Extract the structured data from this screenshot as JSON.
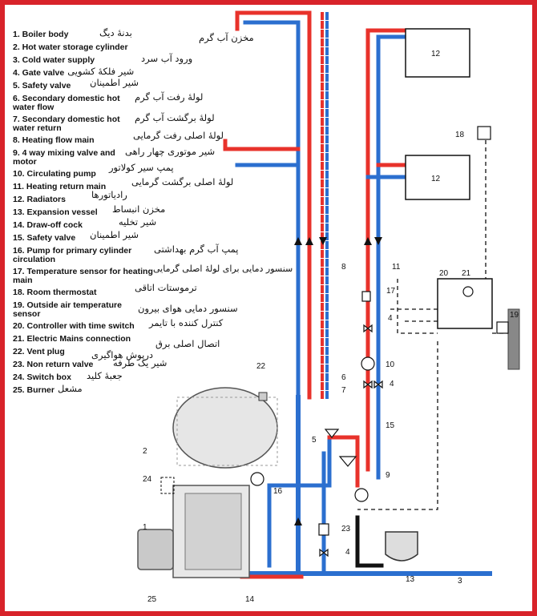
{
  "legend": [
    {
      "en": "1. Boiler body",
      "fa": "بدنهٔ دیگ"
    },
    {
      "en": "2. Hot water storage cylinder",
      "fa": "مخزن آب گرم"
    },
    {
      "en": "3. Cold water supply",
      "fa": "ورود آب سرد"
    },
    {
      "en": "4. Gate valve",
      "fa": "شیر فلکهٔ کشویی"
    },
    {
      "en": "5. Safety valve",
      "fa": "شیر اطمینان"
    },
    {
      "en": "6. Secondary domestic hot water flow",
      "fa": "لولهٔ رفت آب گرم"
    },
    {
      "en": "7. Secondary domestic hot water return",
      "fa": "لولهٔ برگشت آب گرم"
    },
    {
      "en": "8. Heating flow main",
      "fa": "لولهٔ اصلی رفت گرمایی"
    },
    {
      "en": "9. 4 way mixing valve and motor",
      "fa": "شیر موتوری چهار راهی"
    },
    {
      "en": "10. Circulating pump",
      "fa": "پمپ سیر کولاتور"
    },
    {
      "en": "11. Heating return main",
      "fa": "لولهٔ اصلی برگشت گرمایی"
    },
    {
      "en": "12. Radiators",
      "fa": "رادیاتورها"
    },
    {
      "en": "13. Expansion vessel",
      "fa": "مخزن انبساط"
    },
    {
      "en": "14. Draw-off cock",
      "fa": "شیر تخلیه"
    },
    {
      "en": "15. Safety valve",
      "fa": "شیر اطمینان"
    },
    {
      "en": "16. Pump for primary cylinder circulation",
      "fa": "پمپ آب گرم بهداشتی"
    },
    {
      "en": "17. Temperature sensor for heating main",
      "fa": "سنسور دمایی برای لولهٔ اصلی گرمایی"
    },
    {
      "en": "18. Room thermostat",
      "fa": "ترموستات اتاقی"
    },
    {
      "en": "19. Outside air temperature sensor",
      "fa": "سنسور دمایی هوای بیرون"
    },
    {
      "en": "20. Controller with time switch",
      "fa": "کنترل کننده با تایمر"
    },
    {
      "en": "21. Electric Mains connection",
      "fa": "اتصال اصلی برق"
    },
    {
      "en": "22. Vent plug",
      "fa": "درپوش هواگیری"
    },
    {
      "en": "23. Non return valve",
      "fa": "شیر یک طرفه"
    },
    {
      "en": "24. Switch box",
      "fa": "جعبهٔ کلید"
    },
    {
      "en": "25. Burner",
      "fa": "مشعل"
    }
  ],
  "callouts": [
    "1",
    "2",
    "3",
    "4",
    "4",
    "4",
    "5",
    "6",
    "7",
    "8",
    "9",
    "10",
    "11",
    "12",
    "12",
    "13",
    "14",
    "15",
    "16",
    "17",
    "18",
    "19",
    "20",
    "21",
    "22",
    "23",
    "24",
    "25"
  ],
  "colors": {
    "border": "#d8232a",
    "flow": "#e8322b",
    "return": "#2b6fcf",
    "equipment": "#e8e8e8",
    "control": "#111111"
  }
}
